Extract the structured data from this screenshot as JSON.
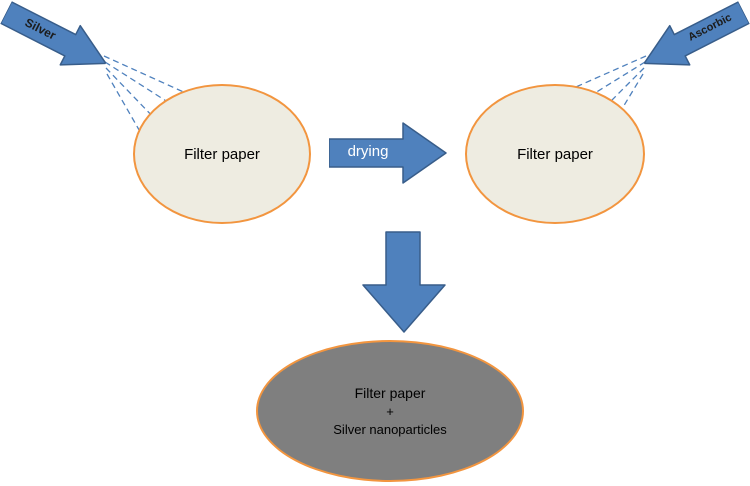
{
  "diagram": {
    "silver_arrow": {
      "label": "Silver"
    },
    "ascorbic_arrow": {
      "label": "Ascorbic"
    },
    "drying_arrow": {
      "label": "drying"
    },
    "ellipse_left": {
      "label": "Filter paper"
    },
    "ellipse_right": {
      "label": "Filter paper"
    },
    "ellipse_bottom": {
      "lines": [
        "Filter paper",
        "+",
        "Silver nanoparticles"
      ]
    }
  },
  "colors": {
    "arrow_fill": "#4F81BD",
    "arrow_stroke": "#385D8A",
    "ellipse_stroke": "#F2953F",
    "paper_fill": "#EEECE1",
    "bottom_fill": "#7F7F7F",
    "spray_line": "#4F81BD",
    "drying_text": "#FFFFFF",
    "label_text": "#000000"
  }
}
